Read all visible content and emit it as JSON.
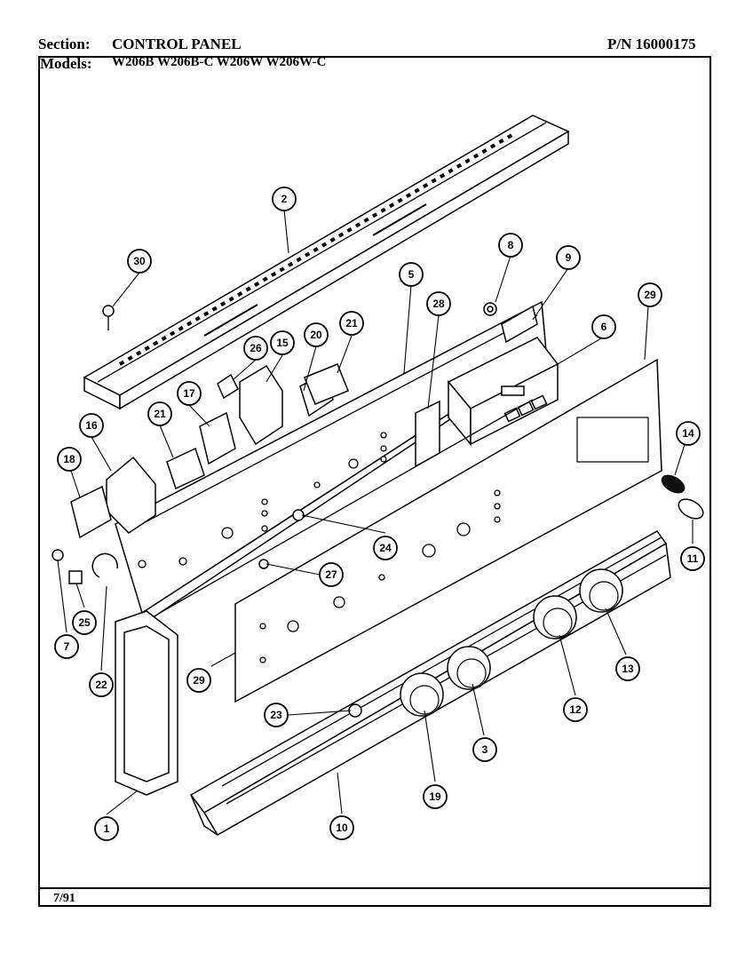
{
  "header": {
    "section_label": "Section:",
    "section_value": "CONTROL PANEL",
    "pn": "P/N 16000175",
    "models_label": "Models:",
    "models_value": "W206B  W206B-C  W206W  W206W-C"
  },
  "footer": {
    "date": "7/91"
  },
  "callouts": [
    "1",
    "2",
    "3",
    "5",
    "6",
    "7",
    "8",
    "9",
    "10",
    "11",
    "12",
    "13",
    "14",
    "15",
    "16",
    "17",
    "18",
    "19",
    "20",
    "21",
    "21",
    "22",
    "23",
    "24",
    "25",
    "26",
    "27",
    "28",
    "29",
    "29",
    "30"
  ]
}
